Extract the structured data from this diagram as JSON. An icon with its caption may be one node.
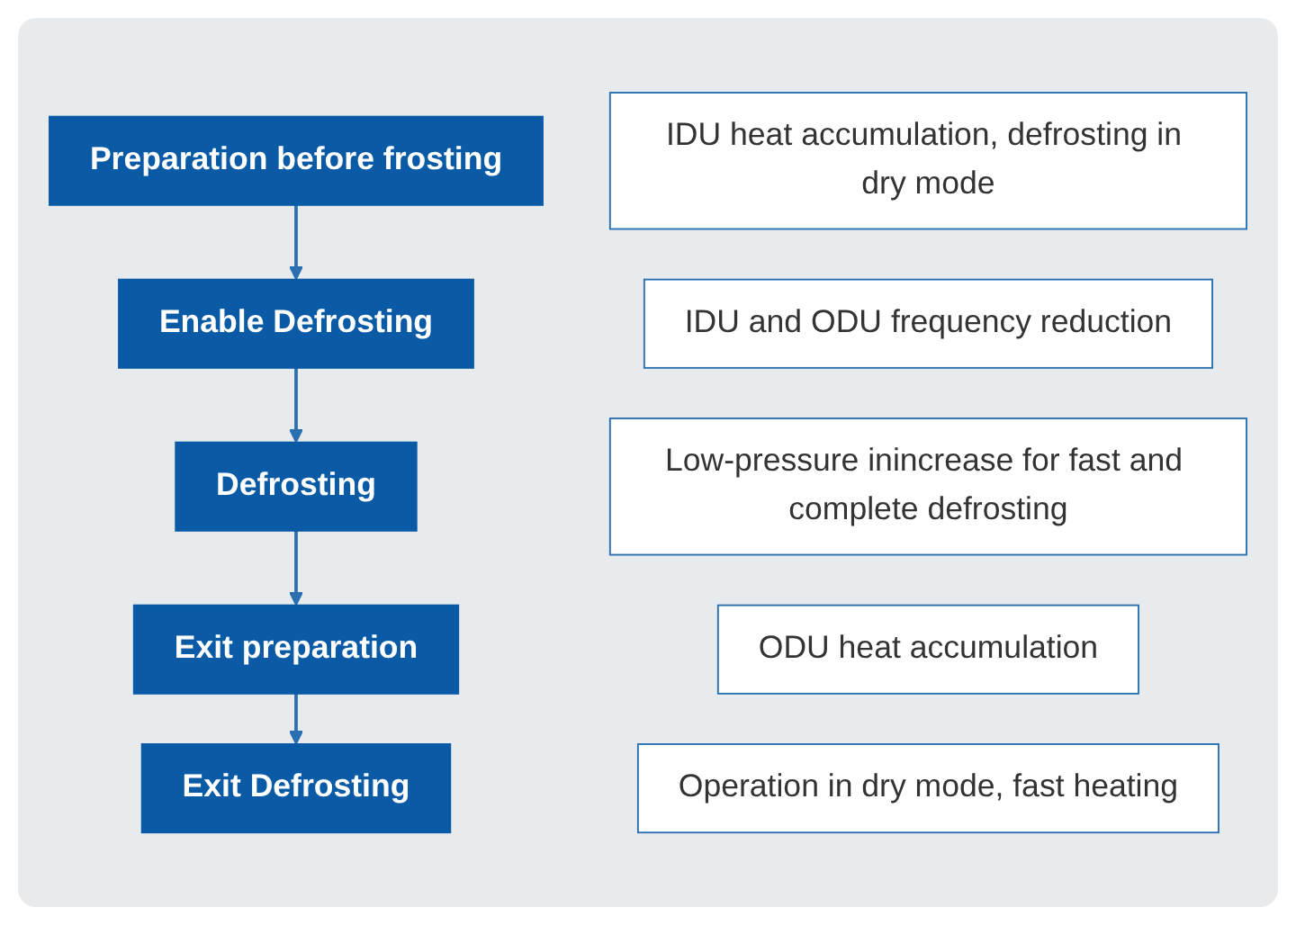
{
  "diagram": {
    "nodes": [
      {
        "text": [
          "Preparation before frosting"
        ]
      },
      {
        "text": [
          "IDU heat accumulation, defrosting in dry mode"
        ]
      },
      {
        "text": [
          "Enable Defrosting"
        ]
      },
      {
        "text": [
          "IDU and ODU frequency reduction"
        ]
      },
      {
        "text": [
          "Defrosting"
        ]
      },
      {
        "text": [
          "Low-pressure inincrease for fast and complete defrosting"
        ]
      },
      {
        "text": [
          "Exit preparation"
        ]
      },
      {
        "text": [
          "ODU heat accumulation"
        ]
      },
      {
        "text": [
          "Exit Defrosting"
        ]
      },
      {
        "text": [
          "Operation in dry mode, fast heating"
        ]
      }
    ],
    "edges": [
      {
        "from": 0,
        "to": 2,
        "arrow": "to"
      },
      {
        "from": 2,
        "to": 4,
        "arrow": "to"
      },
      {
        "from": 4,
        "to": 6,
        "arrow": "to"
      },
      {
        "from": 6,
        "to": 8,
        "arrow": "to"
      }
    ]
  }
}
